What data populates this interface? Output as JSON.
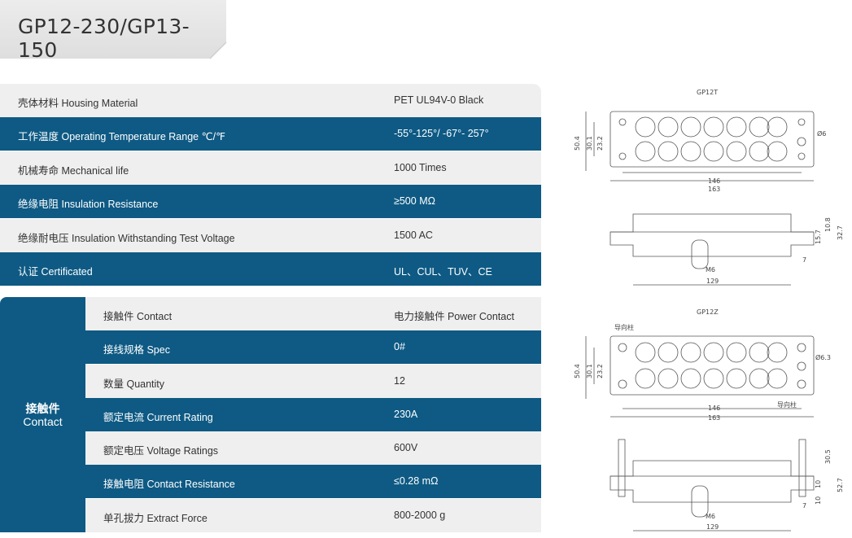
{
  "title": "GP12-230/GP13-150",
  "specs": [
    {
      "label": "壳体材料 Housing Material",
      "value": "PET UL94V-0 Black"
    },
    {
      "label": "工作温度 Operating Temperature Range ℃/℉",
      "value": "-55°-125°/ -67°- 257°"
    },
    {
      "label": "机械寿命 Mechanical life",
      "value": "1000 Times"
    },
    {
      "label": "绝缘电阻 Insulation Resistance",
      "value": "≥500 MΩ"
    },
    {
      "label": "绝缘耐电压 Insulation Withstanding Test Voltage",
      "value": "1500 AC"
    },
    {
      "label": "认证 Certificated",
      "value": "UL、CUL、TUV、CE"
    }
  ],
  "contact": {
    "heading_cn": "接触件",
    "heading_en": "Contact",
    "rows": [
      {
        "label": "接触件 Contact",
        "value": "电力接触件 Power Contact"
      },
      {
        "label": "接线规格 Spec",
        "value": "0#"
      },
      {
        "label": "数量 Quantity",
        "value": "12"
      },
      {
        "label": "额定电流 Current Rating",
        "value": "230A"
      },
      {
        "label": "额定电压 Voltage Ratings",
        "value": "600V"
      },
      {
        "label": "接触电阻 Contact Resistance",
        "value": "≤0.28 mΩ"
      },
      {
        "label": "单孔拔力 Extract Force",
        "value": "800-2000 g"
      }
    ]
  },
  "drawings": {
    "top_label": "GP12T",
    "bottom_label": "GP12Z",
    "dims_top": {
      "w1": "146",
      "w2": "163",
      "h1": "50.4",
      "h2": "30.1",
      "h3": "23.2",
      "hole": "Ø6"
    },
    "dims_side_top": {
      "bottom": "129",
      "thread": "M6",
      "h1": "10.8",
      "h2": "32.7",
      "h3": "15.7",
      "small": "7"
    },
    "dims_bottom": {
      "w1": "146",
      "w2": "163",
      "h1": "50.4",
      "h2": "30.1",
      "h3": "23.2",
      "guide_top": "导向柱",
      "guide_bottom": "导向柱",
      "hole": "Ø6.3"
    },
    "dims_side_bottom": {
      "bottom": "129",
      "thread": "M6",
      "h1": "30.5",
      "h2": "52.7",
      "h3": "10",
      "h4": "10",
      "small": "7"
    }
  },
  "colors": {
    "dark_row": "#0e5a84",
    "light_row": "#efefef",
    "title_bg": "#e9e9e9"
  }
}
